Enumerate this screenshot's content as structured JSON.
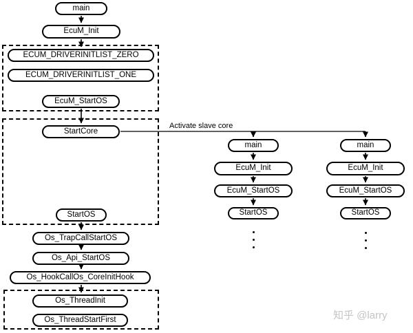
{
  "labels": {
    "activate_slave_core": "Activate slave core"
  },
  "nodes": {
    "main_master": "main",
    "ecum_init_master": "EcuM_Init",
    "driverinitlist_zero": "ECUM_DRIVERINITLIST_ZERO",
    "driverinitlist_one": "ECUM_DRIVERINITLIST_ONE",
    "ecum_startos_master": "EcuM_StartOS",
    "startcore": "StartCore",
    "startos_master": "StartOS",
    "os_trapcallstartos": "Os_TrapCallStartOS",
    "os_api_startos": "Os_Api_StartOS",
    "os_hookcallos_coreinithook": "Os_HookCallOs_CoreInitHook",
    "os_threadinit": "Os_ThreadInit",
    "os_threadstartfirst": "Os_ThreadStartFirst",
    "main_slave1": "main",
    "ecum_init_slave1": "EcuM_Init",
    "ecum_startos_slave1": "EcuM_StartOS",
    "startos_slave1": "StartOS",
    "main_slave2": "main",
    "ecum_init_slave2": "EcuM_Init",
    "ecum_startos_slave2": "EcuM_StartOS",
    "startos_slave2": "StartOS"
  },
  "icons": {
    "ellipsis": "vertical-ellipsis"
  },
  "colors": {
    "stroke": "#000000",
    "background": "#ffffff",
    "watermark": "#c4c4c4"
  },
  "watermark": "知乎 @larry"
}
